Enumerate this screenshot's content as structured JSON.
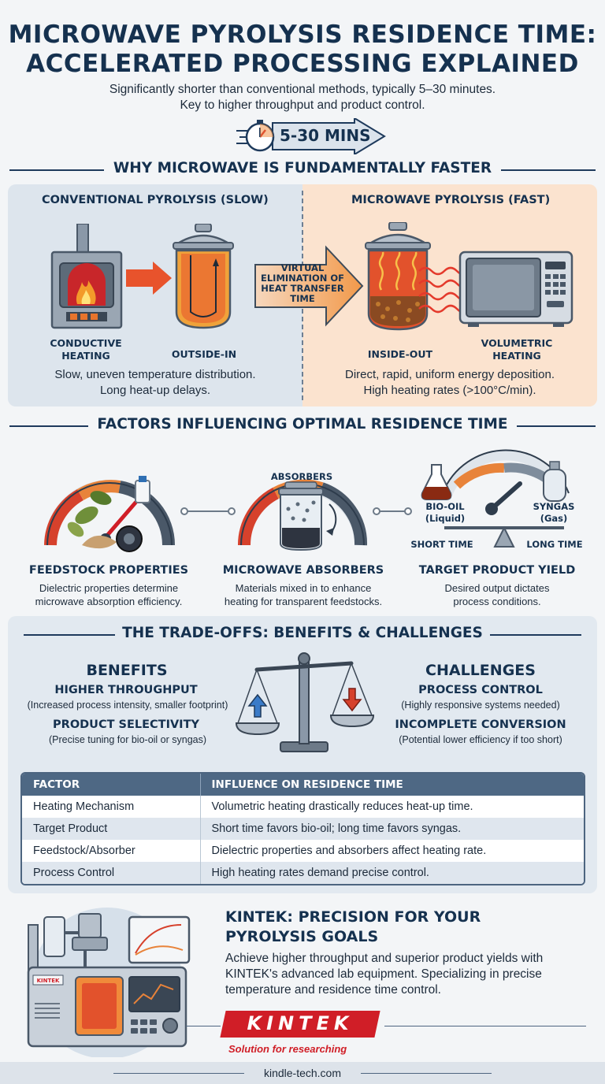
{
  "header": {
    "title_line1": "MICROWAVE PYROLYSIS RESIDENCE TIME:",
    "title_line2": "ACCELERATED PROCESSING EXPLAINED",
    "subtitle_line1": "Significantly shorter than conventional methods, typically 5–30 minutes.",
    "subtitle_line2": "Key to higher throughput and product control.",
    "time_badge": "5-30 MINS"
  },
  "why_faster": {
    "heading": "WHY MICROWAVE IS FUNDAMENTALLY FASTER",
    "conventional": {
      "title": "CONVENTIONAL PYROLYSIS (SLOW)",
      "label_heating_1": "CONDUCTIVE",
      "label_heating_2": "HEATING",
      "label_direction": "OUTSIDE-IN",
      "caption_1": "Slow, uneven temperature distribution.",
      "caption_2": "Long heat-up delays."
    },
    "arrow_text_1": "VIRTUAL",
    "arrow_text_2": "ELIMINATION OF",
    "arrow_text_3": "HEAT TRANSFER",
    "arrow_text_4": "TIME",
    "microwave": {
      "title": "MICROWAVE PYROLYSIS (FAST)",
      "label_direction": "INSIDE-OUT",
      "label_heating_1": "VOLUMETRIC",
      "label_heating_2": "HEATING",
      "caption_1": "Direct, rapid, uniform energy deposition.",
      "caption_2": "High heating rates (>100°C/min)."
    }
  },
  "factors": {
    "heading": "FACTORS INFLUENCING OPTIMAL RESIDENCE TIME",
    "items": [
      {
        "title": "FEEDSTOCK PROPERTIES",
        "desc_1": "Dielectric properties determine",
        "desc_2": "microwave absorption efficiency."
      },
      {
        "title": "MICROWAVE ABSORBERS",
        "desc_1": "Materials mixed in to enhance",
        "desc_2": "heating for transparent feedstocks.",
        "gauge_label": "ABSORBERS"
      },
      {
        "title": "TARGET PRODUCT YIELD",
        "desc_1": "Desired output dictates",
        "desc_2": "process conditions."
      }
    ],
    "yield_labels": {
      "bio_oil_1": "BIO-OIL",
      "bio_oil_2": "(Liquid)",
      "syngas_1": "SYNGAS",
      "syngas_2": "(Gas)",
      "short_time": "SHORT TIME",
      "long_time": "LONG TIME"
    }
  },
  "tradeoffs": {
    "heading": "THE TRADE-OFFS: BENEFITS & CHALLENGES",
    "benefits": {
      "title": "BENEFITS",
      "items": [
        {
          "title": "HIGHER THROUGHPUT",
          "desc": "(Increased process intensity, smaller footprint)"
        },
        {
          "title": "PRODUCT SELECTIVITY",
          "desc": "(Precise tuning for bio-oil or syngas)"
        }
      ]
    },
    "challenges": {
      "title": "CHALLENGES",
      "items": [
        {
          "title": "PROCESS CONTROL",
          "desc": "(Highly responsive systems needed)"
        },
        {
          "title": "INCOMPLETE CONVERSION",
          "desc": "(Potential lower efficiency if too short)"
        }
      ]
    },
    "table": {
      "headers": [
        "FACTOR",
        "INFLUENCE ON RESIDENCE TIME"
      ],
      "rows": [
        [
          "Heating Mechanism",
          "Volumetric heating drastically reduces heat-up time."
        ],
        [
          "Target Product",
          "Short time favors bio-oil; long time favors syngas."
        ],
        [
          "Feedstock/Absorber",
          "Dielectric properties and absorbers affect heating rate."
        ],
        [
          "Process Control",
          "High heating rates demand precise control."
        ]
      ]
    }
  },
  "promo": {
    "title_1": "KINTEK: PRECISION FOR YOUR",
    "title_2": "PYROLYSIS GOALS",
    "desc_1": "Achieve higher throughput and superior product yields with",
    "desc_2": "KINTEK's advanced lab equipment. Specializing in precise",
    "desc_3": "temperature and residence time control.",
    "logo_text": "KINTEK",
    "logo_tagline": "Solution for researching",
    "device_badge": "KINTEK"
  },
  "footer": {
    "url": "kindle-tech.com"
  },
  "colors": {
    "navy": "#15314f",
    "accent_red": "#d01e27",
    "orange": "#e8742c",
    "panel_blue": "#dde5ed",
    "panel_peach": "#fbe3cf"
  }
}
